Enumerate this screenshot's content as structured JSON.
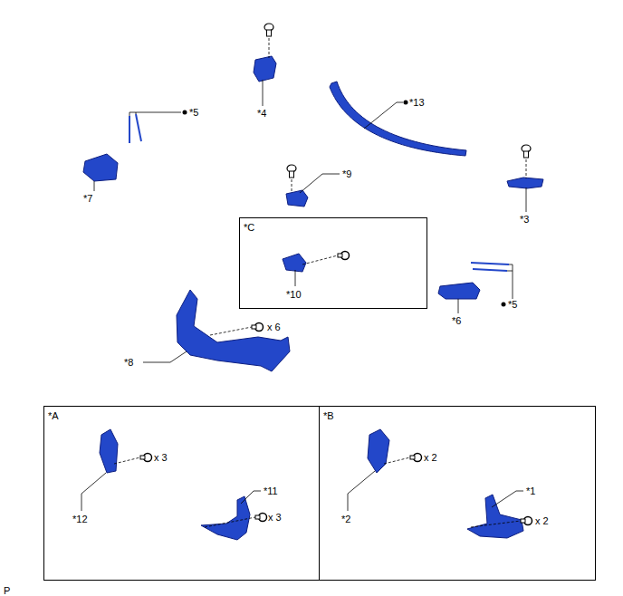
{
  "diagram": {
    "nodes": [
      {
        "text": [
          "*C"
        ]
      },
      {
        "text": [
          "*A"
        ]
      },
      {
        "text": [
          "*B"
        ]
      }
    ],
    "edges": [],
    "labels": [
      "*5",
      "*4",
      "*13",
      "*7",
      "*9",
      "*3",
      "*10",
      "*6",
      "x 6",
      "*5",
      "*8",
      "x 3",
      "*12",
      "*11",
      "x 3",
      "x 2",
      "*2",
      "*1",
      "x 2",
      "P"
    ]
  }
}
